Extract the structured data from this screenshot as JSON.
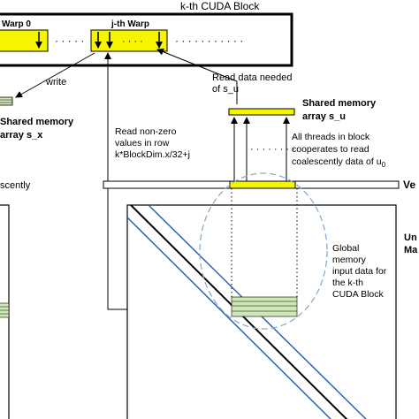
{
  "block": {
    "title": "k-th CUDA Block",
    "warp0_label": "Warp 0",
    "warpj_label": "j-th Warp",
    "dots": "· · · · · · · · · · ·"
  },
  "labels": {
    "write": "write",
    "read_needed_1": "Read data needed",
    "read_needed_2": "of s_u",
    "shared_u_1": "Shared memory",
    "shared_u_2": "array s_u",
    "shared_x_1": "Shared memory",
    "shared_x_2": "array s_x",
    "read_nonzero_1": "Read non-zero",
    "read_nonzero_2": "values in row",
    "read_nonzero_3": "k*BlockDim.x/32+j",
    "coop_1": "All threads in block",
    "coop_2": "cooperates to read",
    "coop_3": "coalescently  data of u",
    "coop_sub": "0",
    "left_cut": "scently",
    "vec_cut": "Ve",
    "global_1": "Global",
    "global_2": "memory",
    "global_3": "input data for",
    "global_4": "the k-th",
    "global_5": "CUDA Block",
    "right_cut_1": "Un",
    "right_cut_2": "Ma"
  },
  "colors": {
    "yellow": "#f5f500",
    "green": "#cde8b4",
    "diagonal_blue": "#2d62b0",
    "dashed_blue": "#7fa6cc"
  }
}
